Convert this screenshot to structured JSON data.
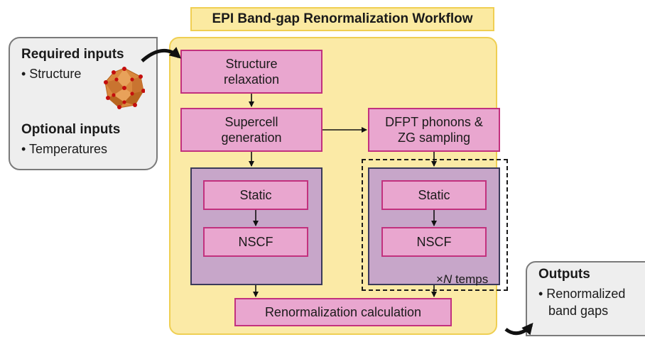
{
  "title": "EPI Band-gap Renormalization Workflow",
  "inputs": {
    "required_heading": "Required inputs",
    "required_items": [
      "• Structure"
    ],
    "optional_heading": "Optional inputs",
    "optional_items": [
      "• Temperatures"
    ]
  },
  "outputs": {
    "heading": "Outputs",
    "items": [
      "• Renormalized",
      "band gaps"
    ]
  },
  "steps": {
    "relax": "Structure relaxation",
    "supercell": "Supercell generation",
    "dfpt": "DFPT phonons & ZG sampling",
    "static_left": "Static",
    "nscf_left": "NSCF",
    "static_right": "Static",
    "nscf_right": "NSCF",
    "renorm": "Renormalization calculation"
  },
  "loop": {
    "prefix": "×",
    "var": "N",
    "suffix": " temps"
  },
  "colors": {
    "panel": "#fbeaa6",
    "step_fill": "#e9a6cf",
    "step_border": "#c2317e",
    "group_fill": "#c7a6c9",
    "side_box": "#eeeeee"
  }
}
